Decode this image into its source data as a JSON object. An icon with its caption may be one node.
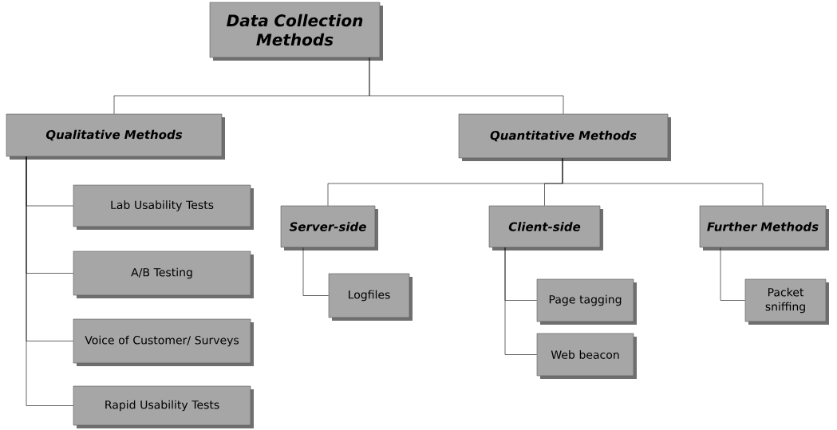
{
  "diagram": {
    "nodes": [
      {
        "text": [
          "Data Collection Methods"
        ]
      },
      {
        "text": [
          "Qualitative Methods"
        ]
      },
      {
        "text": [
          "Quantitative Methods"
        ]
      },
      {
        "text": [
          "Lab Usability Tests"
        ]
      },
      {
        "text": [
          "A/B Testing"
        ]
      },
      {
        "text": [
          "Voice of Customer/ Surveys"
        ]
      },
      {
        "text": [
          "Rapid Usability Tests"
        ]
      },
      {
        "text": [
          "Server-side"
        ]
      },
      {
        "text": [
          "Client-side"
        ]
      },
      {
        "text": [
          "Further Methods"
        ]
      },
      {
        "text": [
          "Logfiles"
        ]
      },
      {
        "text": [
          "Page tagging"
        ]
      },
      {
        "text": [
          "Web beacon"
        ]
      },
      {
        "text": [
          "Packet sniffing"
        ]
      }
    ],
    "edges": [
      {
        "from": 0,
        "to": 1,
        "arrow": "none"
      },
      {
        "from": 0,
        "to": 2,
        "arrow": "none"
      },
      {
        "from": 1,
        "to": 3,
        "arrow": "none"
      },
      {
        "from": 1,
        "to": 4,
        "arrow": "none"
      },
      {
        "from": 1,
        "to": 5,
        "arrow": "none"
      },
      {
        "from": 1,
        "to": 6,
        "arrow": "none"
      },
      {
        "from": 2,
        "to": 7,
        "arrow": "none"
      },
      {
        "from": 2,
        "to": 8,
        "arrow": "none"
      },
      {
        "from": 2,
        "to": 9,
        "arrow": "none"
      },
      {
        "from": 7,
        "to": 10,
        "arrow": "none"
      },
      {
        "from": 8,
        "to": 11,
        "arrow": "none"
      },
      {
        "from": 8,
        "to": 12,
        "arrow": "none"
      },
      {
        "from": 9,
        "to": 13,
        "arrow": "none"
      }
    ]
  }
}
